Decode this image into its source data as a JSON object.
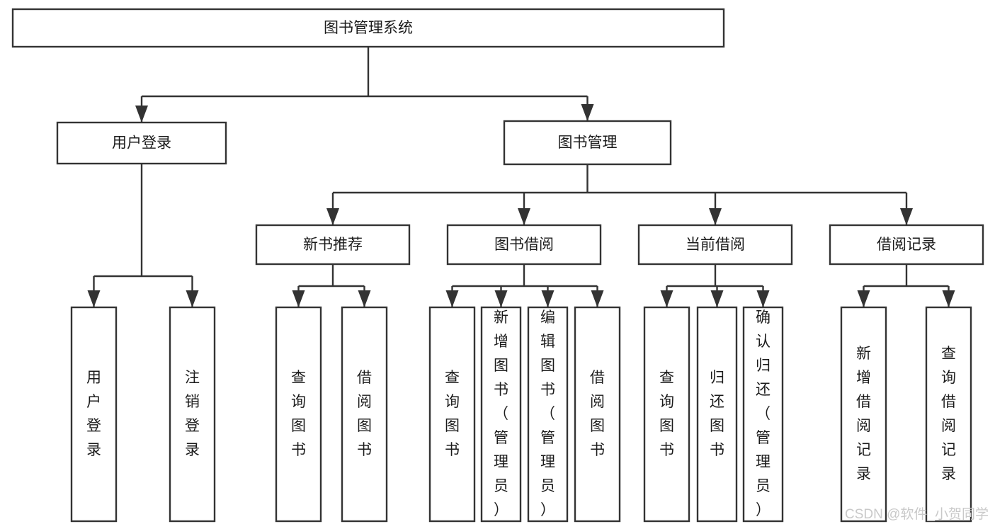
{
  "diagram": {
    "type": "tree-hierarchy-diagram",
    "title": "图书管理系统",
    "watermark": "CSDN @软件_小贺同学",
    "colors": {
      "background": "#ffffff",
      "stroke": "#333333",
      "text": "#1b1b1b",
      "watermark": "#c9c9c9"
    },
    "nodes": {
      "root": {
        "label": "图书管理系统",
        "level": 1
      },
      "user_login": {
        "label": "用户登录",
        "level": 2
      },
      "book_manage": {
        "label": "图书管理",
        "level": 2
      },
      "new_book_rec": {
        "label": "新书推荐",
        "level": 3
      },
      "book_borrow": {
        "label": "图书借阅",
        "level": 3
      },
      "current_borrow": {
        "label": "当前借阅",
        "level": 3
      },
      "borrow_record": {
        "label": "借阅记录",
        "level": 3
      },
      "leaf_user_login": {
        "label": "用户登录",
        "level": 3
      },
      "leaf_logout": {
        "label": "注销登录",
        "level": 3
      },
      "leaf_query_book_1": {
        "label": "查询图书",
        "level": 4
      },
      "leaf_borrow_book_1": {
        "label": "借阅图书",
        "level": 4
      },
      "leaf_query_book_2": {
        "label": "查询图书",
        "level": 4
      },
      "leaf_add_book": {
        "label": "新增图书（管理员）",
        "level": 4
      },
      "leaf_edit_book": {
        "label": "编辑图书（管理员）",
        "level": 4
      },
      "leaf_borrow_book_2": {
        "label": "借阅图书",
        "level": 4
      },
      "leaf_query_book_3": {
        "label": "查询图书",
        "level": 4
      },
      "leaf_return_book": {
        "label": "归还图书",
        "level": 4
      },
      "leaf_confirm_return": {
        "label": "确认归还（管理员）",
        "level": 4
      },
      "leaf_add_record": {
        "label": "新增借阅记录",
        "level": 4
      },
      "leaf_query_record": {
        "label": "查询借阅记录",
        "level": 4
      }
    },
    "edges": [
      {
        "from": "root",
        "to": "user_login"
      },
      {
        "from": "root",
        "to": "book_manage"
      },
      {
        "from": "user_login",
        "to": "leaf_user_login"
      },
      {
        "from": "user_login",
        "to": "leaf_logout"
      },
      {
        "from": "book_manage",
        "to": "new_book_rec"
      },
      {
        "from": "book_manage",
        "to": "book_borrow"
      },
      {
        "from": "book_manage",
        "to": "current_borrow"
      },
      {
        "from": "book_manage",
        "to": "borrow_record"
      },
      {
        "from": "new_book_rec",
        "to": "leaf_query_book_1"
      },
      {
        "from": "new_book_rec",
        "to": "leaf_borrow_book_1"
      },
      {
        "from": "book_borrow",
        "to": "leaf_query_book_2"
      },
      {
        "from": "book_borrow",
        "to": "leaf_add_book"
      },
      {
        "from": "book_borrow",
        "to": "leaf_edit_book"
      },
      {
        "from": "book_borrow",
        "to": "leaf_borrow_book_2"
      },
      {
        "from": "current_borrow",
        "to": "leaf_query_book_3"
      },
      {
        "from": "current_borrow",
        "to": "leaf_return_book"
      },
      {
        "from": "current_borrow",
        "to": "leaf_confirm_return"
      },
      {
        "from": "borrow_record",
        "to": "leaf_add_record"
      },
      {
        "from": "borrow_record",
        "to": "leaf_query_record"
      }
    ]
  }
}
